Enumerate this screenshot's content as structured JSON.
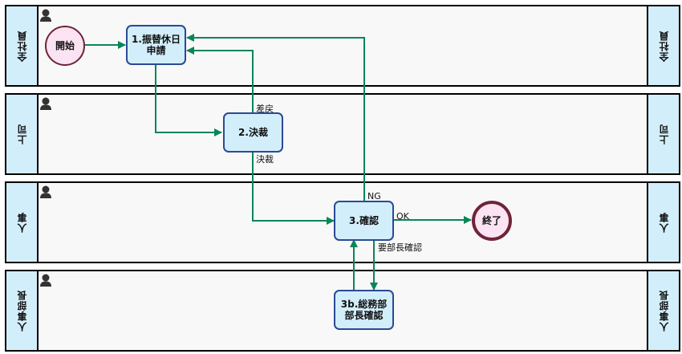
{
  "lanes": [
    {
      "id": "lane-all-staff",
      "label": "全社員"
    },
    {
      "id": "lane-boss",
      "label": "上司"
    },
    {
      "id": "lane-hr",
      "label": "人事"
    },
    {
      "id": "lane-hr-manager",
      "label": "人事部長"
    }
  ],
  "nodes": {
    "start": {
      "label": "開始",
      "type": "start"
    },
    "task1": {
      "label": "1.振替休日申請",
      "type": "task"
    },
    "task2": {
      "label": "2.決裁",
      "type": "task"
    },
    "task3": {
      "label": "3.確認",
      "type": "task"
    },
    "task3b": {
      "label": "3b.総務部部長確認",
      "type": "task"
    },
    "end": {
      "label": "終了",
      "type": "end"
    }
  },
  "edges": [
    {
      "from": "start",
      "to": "task1",
      "label": ""
    },
    {
      "from": "task1",
      "to": "task2",
      "label": ""
    },
    {
      "from": "task2",
      "to": "task1",
      "label": "差戻"
    },
    {
      "from": "task2",
      "to": "task3",
      "label": "決裁"
    },
    {
      "from": "task3",
      "to": "task1",
      "label": "NG"
    },
    {
      "from": "task3",
      "to": "end",
      "label": "OK"
    },
    {
      "from": "task3",
      "to": "task3b",
      "label": "要部長確認"
    },
    {
      "from": "task3b",
      "to": "task3",
      "label": ""
    }
  ],
  "colors": {
    "edge": "#0a8558",
    "lane_header": "#d3eefb",
    "task_border": "#2a4a94",
    "event_border": "#6e2438",
    "event_fill": "#fbe3f3"
  }
}
